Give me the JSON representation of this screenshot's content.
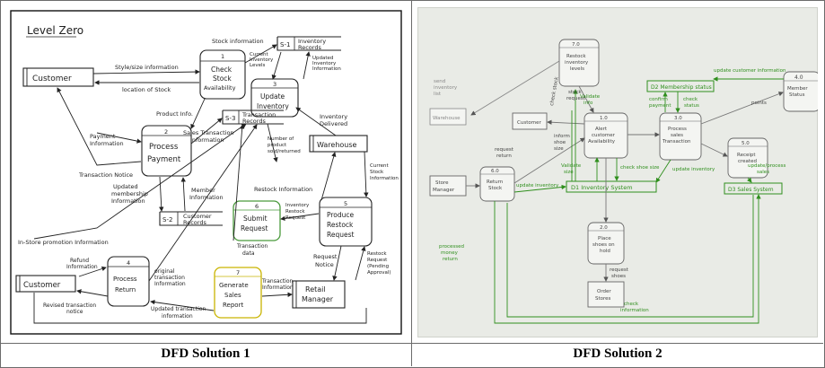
{
  "captions": {
    "solution1": "DFD Solution 1",
    "solution2": "DFD Solution 2"
  },
  "dfd1": {
    "title": "Level Zero",
    "entities": {
      "customer_top": "Customer",
      "customer_bottom": "Customer",
      "warehouse": "Warehouse",
      "retail_manager_1": "Retail",
      "retail_manager_2": "Manager"
    },
    "processes": {
      "p1_num": "1",
      "p1_l1": "Check",
      "p1_l2": "Stock",
      "p1_l3": "Availability",
      "p2_num": "2",
      "p2_l1": "Process",
      "p2_l2": "Payment",
      "p3_num": "3",
      "p3_l1": "Update",
      "p3_l2": "Inventory",
      "p4_num": "4",
      "p4_l1": "Process",
      "p4_l2": "Return",
      "p5_num": "5",
      "p5_l1": "Produce",
      "p5_l2": "Restock",
      "p5_l3": "Request",
      "p6_num": "6",
      "p6_l1": "Submit",
      "p6_l2": "Request",
      "p7_num": "7",
      "p7_l1": "Generate",
      "p7_l2": "Sales",
      "p7_l3": "Report"
    },
    "stores": {
      "s1_id": "S-1",
      "s1_l1": "Inventory",
      "s1_l2": "Records",
      "s2_id": "S-2",
      "s2_l1": "Customer",
      "s2_l2": "Records",
      "s3_id": "S-3",
      "s3_l1": "Transaction",
      "s3_l2": "Records"
    },
    "flows": {
      "style_size": "Style/size information",
      "location_stock": "location of Stock",
      "stock_info": "Stock information",
      "current_inv_1": "Current",
      "current_inv_2": "Inventory",
      "current_inv_3": "Levels",
      "updated_inv_1": "Updated",
      "updated_inv_2": "Inventory",
      "updated_inv_3": "Information",
      "product_info": "Product Info.",
      "payment_info_1": "Payment",
      "payment_info_2": "Information",
      "sales_trans_1": "Sales Transaction",
      "sales_trans_2": "Information",
      "inv_delivered_1": "Inventory",
      "inv_delivered_2": "Delivered",
      "trans_notice": "Transaction Notice",
      "products_sold_1": "Number of",
      "products_sold_2": "product",
      "products_sold_3": "sold/returned",
      "updated_member_1": "Updated",
      "updated_member_2": "membership",
      "updated_member_3": "Information",
      "member_info_1": "Member",
      "member_info_2": "Information",
      "current_stock_1": "Current",
      "current_stock_2": "Stock",
      "current_stock_3": "Information",
      "restock_info": "Restock Information",
      "inv_restock_1": "Inventory",
      "inv_restock_2": "Restock",
      "inv_restock_3": "Request",
      "in_store": "In-Store promotion Information",
      "refund_1": "Refund",
      "refund_2": "Information",
      "original_trans_1": "original",
      "original_trans_2": "transaction",
      "original_trans_3": "Information",
      "trans_data_1": "Transaction",
      "trans_data_2": "data",
      "request_notice_1": "Request",
      "request_notice_2": "Notice",
      "restock_pending_1": "Restock",
      "restock_pending_2": "Request",
      "restock_pending_3": "(Pending",
      "restock_pending_4": "Approval)",
      "trans_info_1": "Transaction",
      "trans_info_2": "Information",
      "updated_trans_1": "Updated transaction",
      "updated_trans_2": "information",
      "revised_1": "Revised transaction",
      "revised_2": "notice"
    }
  },
  "dfd2": {
    "processes": {
      "p7_num": "7.0",
      "p7_l1": "Restock",
      "p7_l2": "inventory",
      "p7_l3": "levels",
      "p1_num": "1.0",
      "p1_l1": "Alert",
      "p1_l2": "customer",
      "p1_l3": "Availability",
      "p3_num": "3.0",
      "p3_l1": "Process",
      "p3_l2": "sales",
      "p3_l3": "Transaction",
      "p5_num": "5.0",
      "p5_l1": "Receipt",
      "p5_l2": "created",
      "p6_num": "6.0",
      "p6_l1": "Return",
      "p6_l2": "Stock",
      "p2_num": "2.0",
      "p2_l1": "Place",
      "p2_l2": "shoes on",
      "p2_l3": "hold",
      "p4_num": "4.0",
      "p4_l1": "Member",
      "p4_l2": "Status"
    },
    "entities": {
      "customer": "Customer",
      "warehouse": "Warehouse",
      "store_manager_1": "Store",
      "store_manager_2": "Manager",
      "order_stores_1": "Order",
      "order_stores_2": "Stores"
    },
    "stores": {
      "d1": "D1 Inventory System",
      "d2": "D2 Membership status",
      "d3": "D3 Sales System"
    },
    "flows": {
      "update_customer": "update customer information",
      "points": "points",
      "validate_info_1": "Validate",
      "validate_info_2": "info",
      "confirm_payment_1": "confirm",
      "confirm_payment_2": "payment",
      "check_status_1": "check",
      "check_status_2": "status",
      "shoe_size_1": "inform",
      "shoe_size_2": "shoe",
      "shoe_size_3": "size",
      "check_shoe_size": "check shoe size",
      "validate_size_1": "Validate",
      "validate_size_2": "size",
      "update_inventory": "update inventory",
      "update_inventory_2": "update inventory",
      "update_process_1": "update/process",
      "update_process_2": "sales",
      "return_request_1": "request",
      "return_request_2": "return",
      "processed_money_1": "processed",
      "processed_money_2": "money",
      "processed_money_3": "return",
      "check_information_1": "check",
      "check_information_2": "information",
      "request_shoes_1": "request",
      "request_shoes_2": "shoes",
      "check_stock": "check stock",
      "stock_request_1": "stock",
      "stock_request_2": "request",
      "send_inventory_1": "send",
      "send_inventory_2": "inventory",
      "send_inventory_3": "list"
    }
  }
}
